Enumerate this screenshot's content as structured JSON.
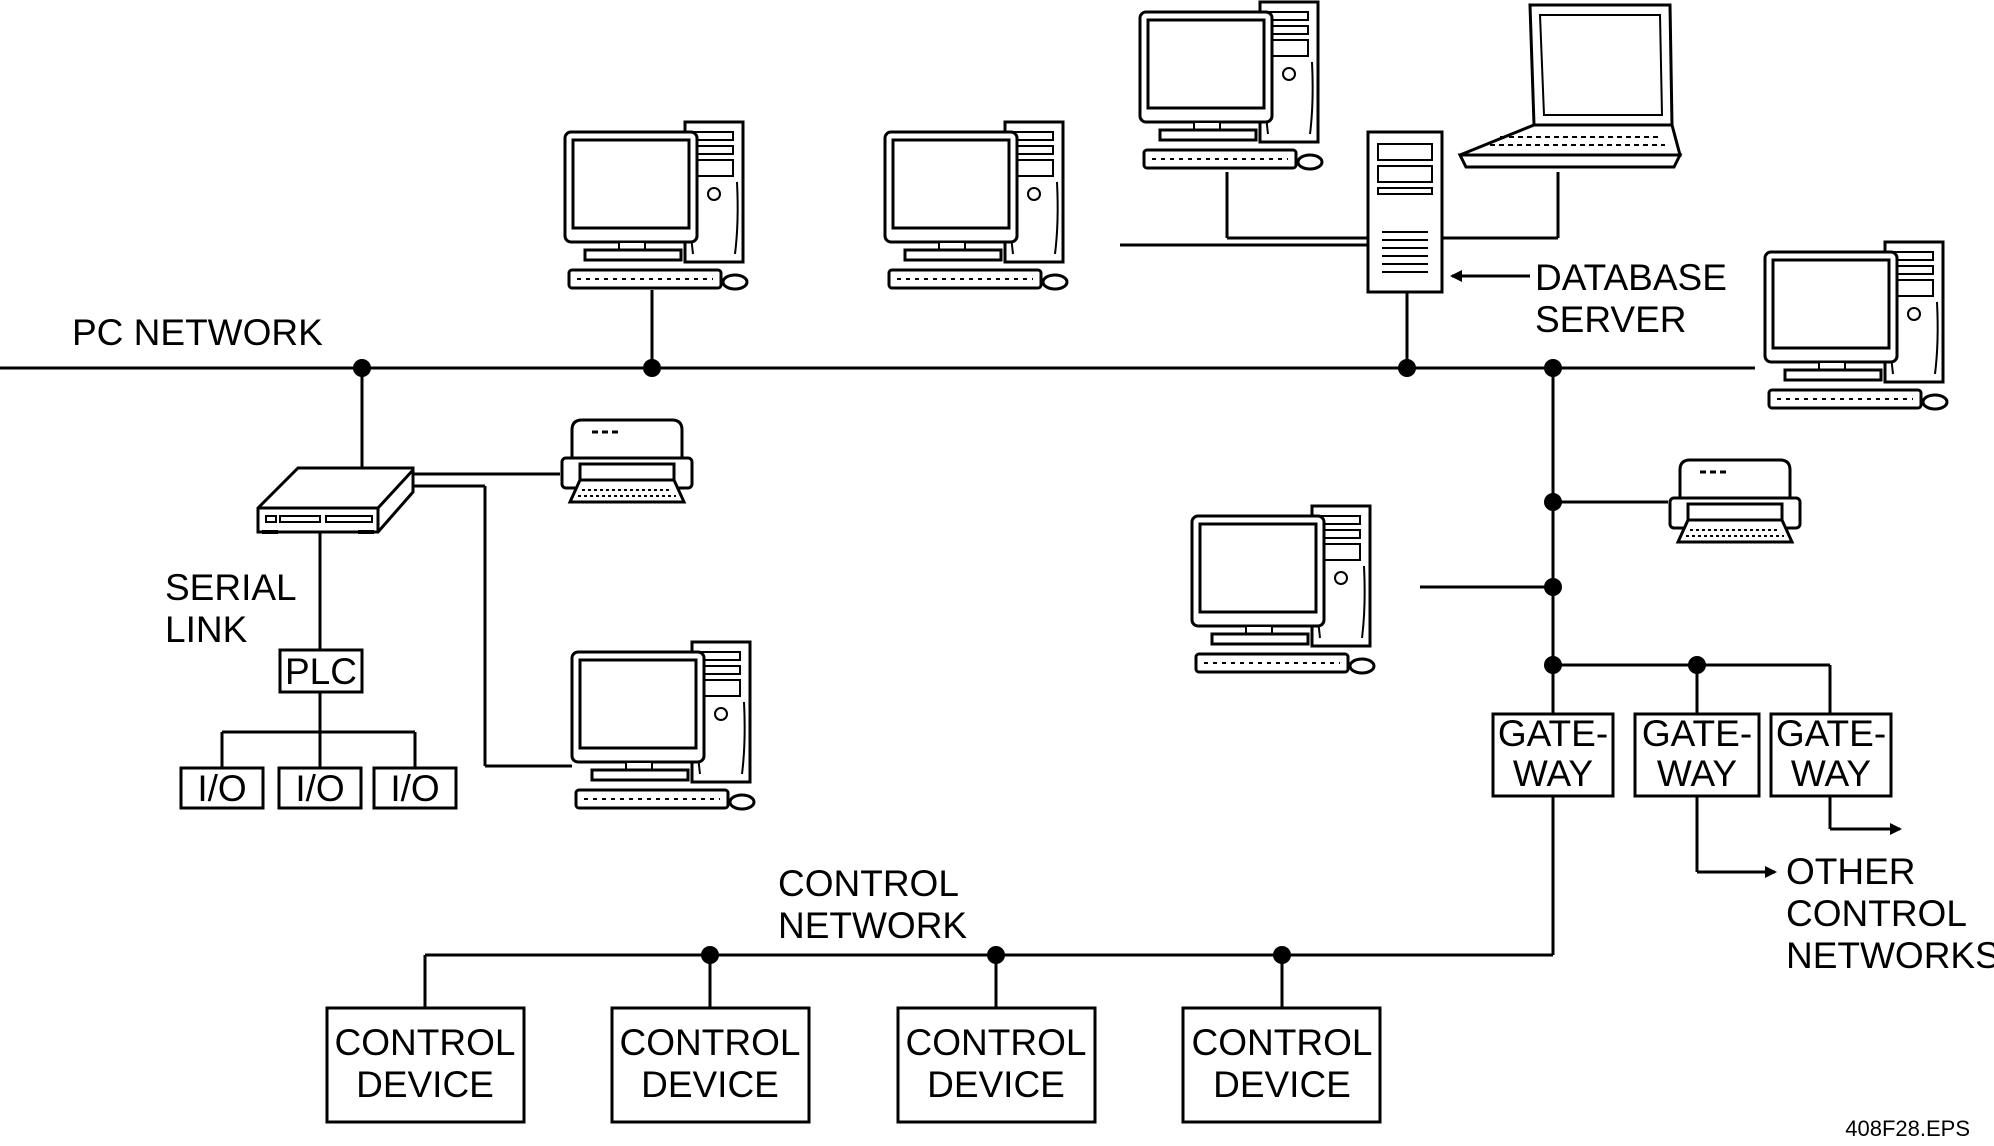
{
  "labels": {
    "pc_network": "PC NETWORK",
    "database_server": [
      "DATABASE",
      "SERVER"
    ],
    "serial_link": [
      "SERIAL",
      "LINK"
    ],
    "plc": "PLC",
    "io": "I/O",
    "control_network": [
      "CONTROL",
      "NETWORK"
    ],
    "gateway": [
      "GATE-",
      "WAY"
    ],
    "other_control_networks": [
      "OTHER",
      "CONTROL",
      "NETWORKS"
    ],
    "control_device": [
      "CONTROL",
      "DEVICE"
    ],
    "figure_id": "408F28.EPS"
  },
  "icons": [
    "desktop-computer-icon",
    "laptop-icon",
    "server-tower-icon",
    "printer-icon",
    "serial-interface-box-icon"
  ]
}
